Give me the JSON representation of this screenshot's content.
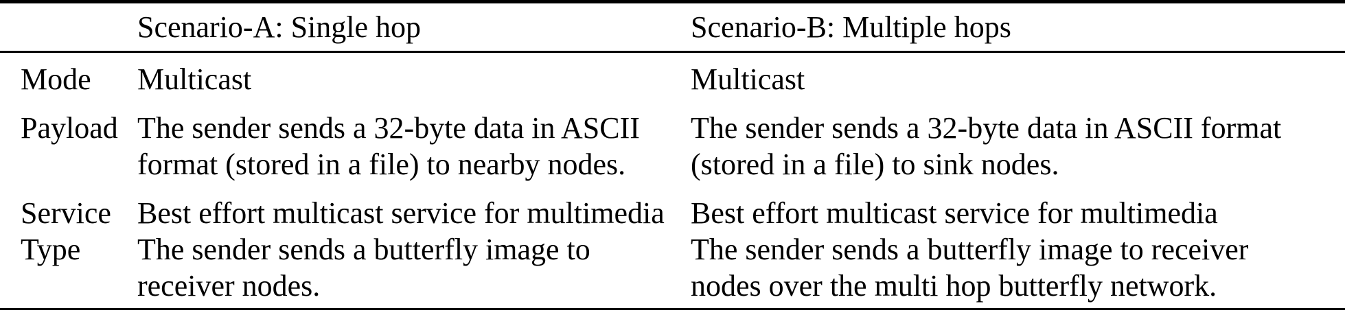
{
  "table": {
    "header": {
      "corner": "",
      "scenario_a": "Scenario-A: Single hop",
      "scenario_b": "Scenario-B: Multiple hops"
    },
    "rows": [
      {
        "label": "Mode",
        "scenario_a": "Multicast",
        "scenario_b": "Multicast"
      },
      {
        "label": "Payload",
        "scenario_a": [
          "The sender sends a 32-byte data in ASCII",
          "format (stored in a file) to nearby nodes."
        ],
        "scenario_b": [
          "The sender sends a 32-byte data in ASCII format",
          "(stored in a file) to sink nodes."
        ]
      },
      {
        "label": [
          "Service",
          "Type"
        ],
        "scenario_a": [
          "Best effort multicast service for multimedia",
          "The sender sends a butterfly image to",
          "receiver nodes."
        ],
        "scenario_b": [
          "Best effort multicast service for multimedia",
          "The sender sends a butterfly image to receiver",
          "nodes over the multi hop butterfly network."
        ]
      }
    ]
  },
  "colors": {
    "rule": "#000000",
    "text": "#000000",
    "background": "#ffffff"
  }
}
